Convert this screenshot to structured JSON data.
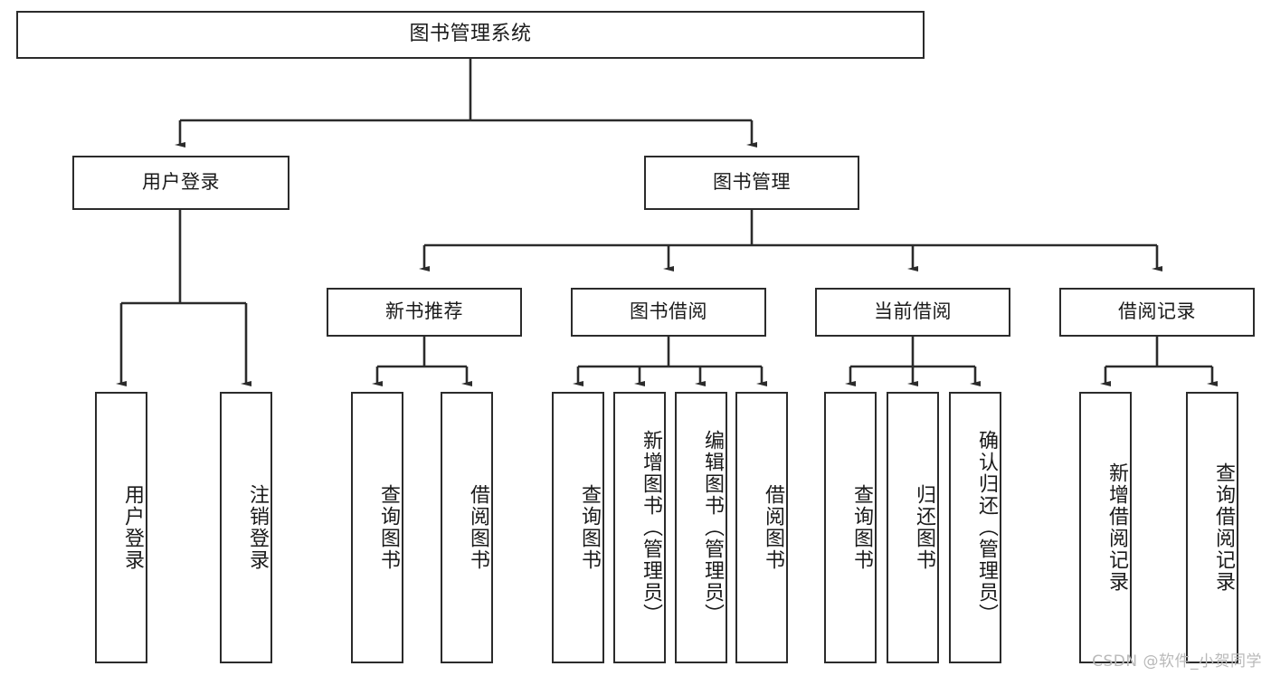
{
  "diagram": {
    "title": "图书管理系统",
    "type": "function-structure-tree",
    "root": {
      "id": "root",
      "label": "图书管理系统"
    },
    "level2": [
      {
        "id": "user-login",
        "label": "用户登录"
      },
      {
        "id": "book-manage",
        "label": "图书管理"
      }
    ],
    "level3": [
      {
        "id": "new-book-recommend",
        "label": "新书推荐",
        "parent": "book-manage"
      },
      {
        "id": "book-borrow",
        "label": "图书借阅",
        "parent": "book-manage"
      },
      {
        "id": "current-borrow",
        "label": "当前借阅",
        "parent": "book-manage"
      },
      {
        "id": "borrow-record",
        "label": "借阅记录",
        "parent": "book-manage"
      }
    ],
    "leaves": {
      "user-login": [
        {
          "id": "leaf-user-login",
          "label": "用户登录"
        },
        {
          "id": "leaf-user-logout",
          "label": "注销登录"
        }
      ],
      "new-book-recommend": [
        {
          "id": "leaf-query-book-1",
          "label": "查询图书"
        },
        {
          "id": "leaf-borrow-book-1",
          "label": "借阅图书"
        }
      ],
      "book-borrow": [
        {
          "id": "leaf-query-book-2",
          "label": "查询图书"
        },
        {
          "id": "leaf-add-book",
          "label": "新增图书（管理员）"
        },
        {
          "id": "leaf-edit-book",
          "label": "编辑图书（管理员）"
        },
        {
          "id": "leaf-borrow-book-2",
          "label": "借阅图书"
        }
      ],
      "current-borrow": [
        {
          "id": "leaf-query-book-3",
          "label": "查询图书"
        },
        {
          "id": "leaf-return-book",
          "label": "归还图书"
        },
        {
          "id": "leaf-confirm-return",
          "label": "确认归还（管理员）"
        }
      ],
      "borrow-record": [
        {
          "id": "leaf-add-record",
          "label": "新增借阅记录"
        },
        {
          "id": "leaf-query-record",
          "label": "查询借阅记录"
        }
      ]
    },
    "watermark": "CSDN @软件_小贺同学",
    "colors": {
      "stroke": "#2b2b2b",
      "fill": "#ffffff",
      "text": "#1a1a1a",
      "watermark": "#b9b9b9"
    }
  }
}
